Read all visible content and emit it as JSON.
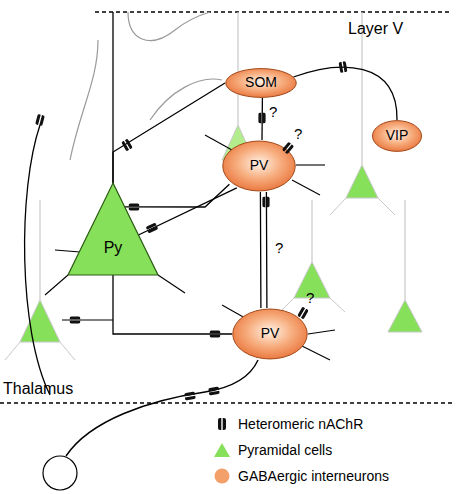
{
  "diagram": {
    "nodes": [
      {
        "text": [
          "SOM"
        ]
      },
      {
        "text": [
          "VIP"
        ]
      },
      {
        "text": [
          "PV"
        ]
      },
      {
        "text": [
          "Py"
        ]
      },
      {
        "text": [
          "PV"
        ]
      }
    ],
    "edges": [
      {
        "from": 0,
        "to": 1,
        "arrow": "none"
      },
      {
        "from": 0,
        "to": 3,
        "arrow": "none"
      },
      {
        "from": 0,
        "to": 2,
        "arrow": "none"
      },
      {
        "from": 2,
        "to": 3,
        "arrow": "none"
      },
      {
        "from": 2,
        "to": 3,
        "arrow": "none"
      },
      {
        "from": 2,
        "to": 4,
        "arrow": "none"
      },
      {
        "from": 3,
        "to": 4,
        "arrow": "none"
      }
    ],
    "labels": [
      "Layer V",
      "Thalamus",
      "?",
      "?",
      "?",
      "?"
    ],
    "legend": [
      {
        "text": "Heteromeric nAChR"
      },
      {
        "text": "Pyramidal cells",
        "color": "#86e05a"
      },
      {
        "text": "GABAergic interneurons",
        "color": "#f4a06a"
      }
    ]
  }
}
